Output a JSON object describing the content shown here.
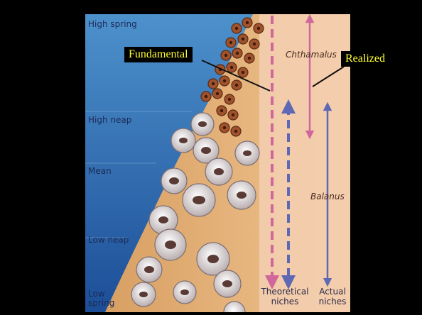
{
  "callouts": {
    "fundamental": "Fundamental",
    "realized": "Realized"
  },
  "tide_levels": {
    "high_spring": "High spring",
    "high_neap": "High neap",
    "mean": "Mean",
    "low_neap": "Low neap",
    "low_spring": "Low\nspring"
  },
  "species": {
    "chthamalus": "Chthamalus",
    "balanus": "Balanus"
  },
  "niche_labels": {
    "theoretical": "Theoretical\nniches",
    "actual": "Actual\nniches"
  },
  "colors": {
    "sea_top": "#3f86c4",
    "sea_bottom": "#1d4f98",
    "rock": "#e6b57c",
    "right_panel": "#f2cdb0",
    "chthamalus_arrow": "#d0669c",
    "balanus_arrow": "#5f68b4",
    "callout_text": "#ffff33",
    "callout_bg": "#000000"
  }
}
